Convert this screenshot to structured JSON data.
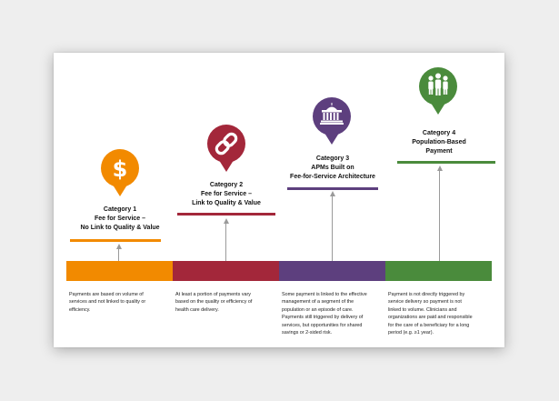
{
  "colors": {
    "cat1": "#f28a00",
    "cat2": "#a3273a",
    "cat3": "#5d3f7e",
    "cat4": "#4a8b3c",
    "stem": "#9a9a9a"
  },
  "categories": [
    {
      "title": "Category 1",
      "lines": [
        "Fee for Service –",
        "No Link to Quality & Value"
      ],
      "icon": "dollar-icon",
      "desc": [
        "Payments are based on volume of",
        "services and not linked to quality or",
        "efficiency."
      ]
    },
    {
      "title": "Category 2",
      "lines": [
        "Fee for Service –",
        "Link to Quality & Value"
      ],
      "icon": "chain-link-icon",
      "desc": [
        "At least a portion of payments vary",
        "based on the quality or efficiency of",
        "health care delivery."
      ]
    },
    {
      "title": "Category 3",
      "lines": [
        "APMs Built on",
        "Fee-for-Service Architecture"
      ],
      "icon": "government-building-icon",
      "desc": [
        "Some payment is linked to the effective",
        "management of a segment of the",
        "population or an episode of care.",
        "Payments still triggered by delivery of",
        "services, but opportunities for shared",
        "savings or 2-sided risk."
      ]
    },
    {
      "title": "Category 4",
      "lines": [
        "Population-Based",
        "Payment"
      ],
      "icon": "population-group-icon",
      "desc": [
        "Payment is not directly triggered by",
        "service delivery so payment is not",
        "linked to volume. Clinicians and",
        "organizations are paid and responsible",
        "for the care of a beneficiary for a long",
        "period  (e.g. ≥1 year)."
      ]
    }
  ]
}
